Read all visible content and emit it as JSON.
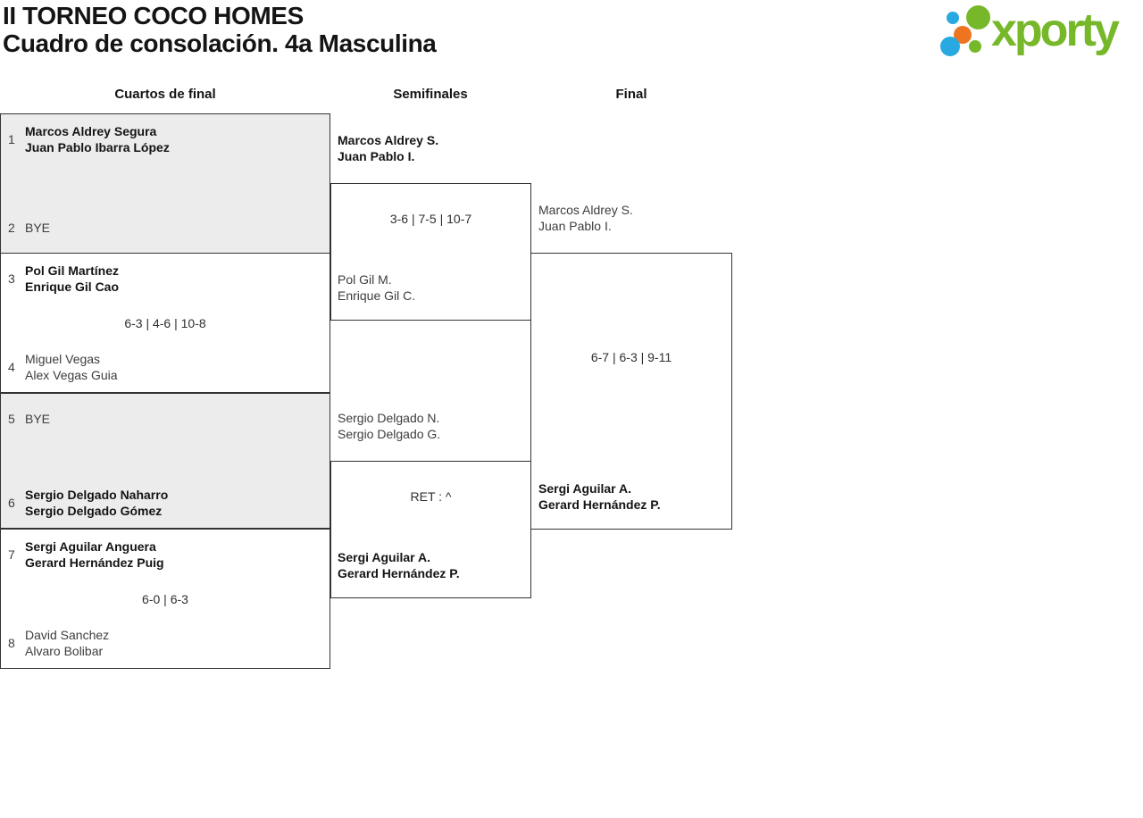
{
  "page": {
    "title_line1": "II TORNEO COCO HOMES",
    "title_line2": "Cuadro de consolación. 4a Masculina"
  },
  "logo": {
    "text": "xporty",
    "colors": {
      "green": "#76b82a",
      "blue": "#29a9e1",
      "orange": "#ee7420"
    }
  },
  "columns": {
    "quarterfinals": "Cuartos de final",
    "semifinals": "Semifinales",
    "final": "Final"
  },
  "colors": {
    "winner_text": "#141414",
    "loser_text": "#3d3d3d",
    "border": "#333333",
    "shaded_box": "#ececec",
    "background": "#ffffff"
  },
  "bracket": {
    "quarterfinals": [
      {
        "seed_top": "1",
        "team_top": "Marcos Aldrey Segura\nJuan Pablo Ibarra López",
        "top_winner": true,
        "score": "",
        "seed_bottom": "2",
        "team_bottom": "BYE",
        "bottom_winner": false
      },
      {
        "seed_top": "3",
        "team_top": "Pol Gil Martínez\nEnrique Gil Cao",
        "top_winner": true,
        "score": "6-3 | 4-6 | 10-8",
        "seed_bottom": "4",
        "team_bottom": "Miguel Vegas\nAlex Vegas Guia",
        "bottom_winner": false
      },
      {
        "seed_top": "5",
        "team_top": "BYE",
        "top_winner": false,
        "score": "",
        "seed_bottom": "6",
        "team_bottom": "Sergio Delgado Naharro\nSergio Delgado Gómez",
        "bottom_winner": true
      },
      {
        "seed_top": "7",
        "team_top": "Sergi Aguilar Anguera\nGerard Hernández Puig",
        "top_winner": true,
        "score": "6-0 | 6-3",
        "seed_bottom": "8",
        "team_bottom": "David Sanchez\nAlvaro Bolibar",
        "bottom_winner": false
      }
    ],
    "semifinals": [
      {
        "team_top": "Marcos Aldrey S.\nJuan Pablo I.",
        "top_winner": true,
        "score": "3-6 | 7-5 | 10-7",
        "team_bottom": "Pol Gil M.\nEnrique Gil C.",
        "bottom_winner": false
      },
      {
        "team_top": "Sergio Delgado N.\nSergio Delgado G.",
        "top_winner": false,
        "score": "RET : ^",
        "team_bottom": "Sergi Aguilar A.\nGerard Hernández P.",
        "bottom_winner": true
      }
    ],
    "final": {
      "team_top": "Marcos Aldrey S.\nJuan Pablo I.",
      "top_winner": false,
      "score": "6-7 | 6-3 | 9-11",
      "team_bottom": "Sergi Aguilar A.\nGerard Hernández P.",
      "bottom_winner": true
    }
  }
}
